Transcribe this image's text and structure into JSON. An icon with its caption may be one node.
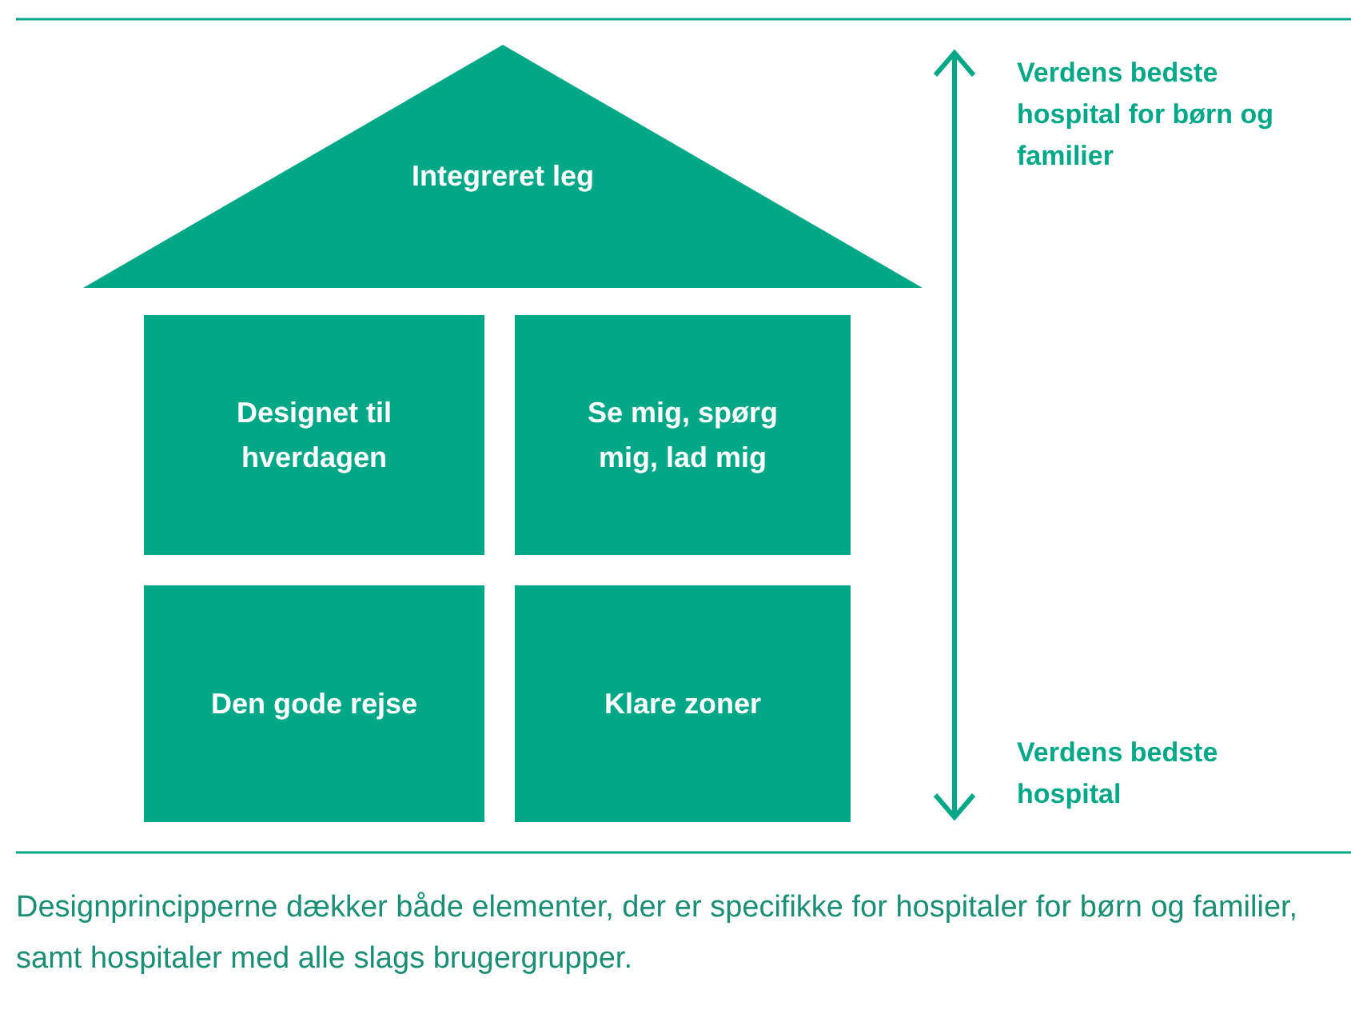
{
  "diagram": {
    "caption": "Designprincipperne dækker både elementer, der er specifikke for hospitaler for børn og familier, samt hospitaler med alle slags brugergrupper.",
    "nodes": [
      {
        "text": [
          "Integreret leg"
        ]
      },
      {
        "text": [
          "Designet til hverdagen"
        ]
      },
      {
        "text": [
          "Se mig, spørg mig, lad mig"
        ]
      },
      {
        "text": [
          "Den gode rejse"
        ]
      },
      {
        "text": [
          "Klare zoner"
        ]
      }
    ],
    "labels": [
      "Verdens bedste hospital for børn og familier",
      "Verdens bedste hospital"
    ]
  }
}
